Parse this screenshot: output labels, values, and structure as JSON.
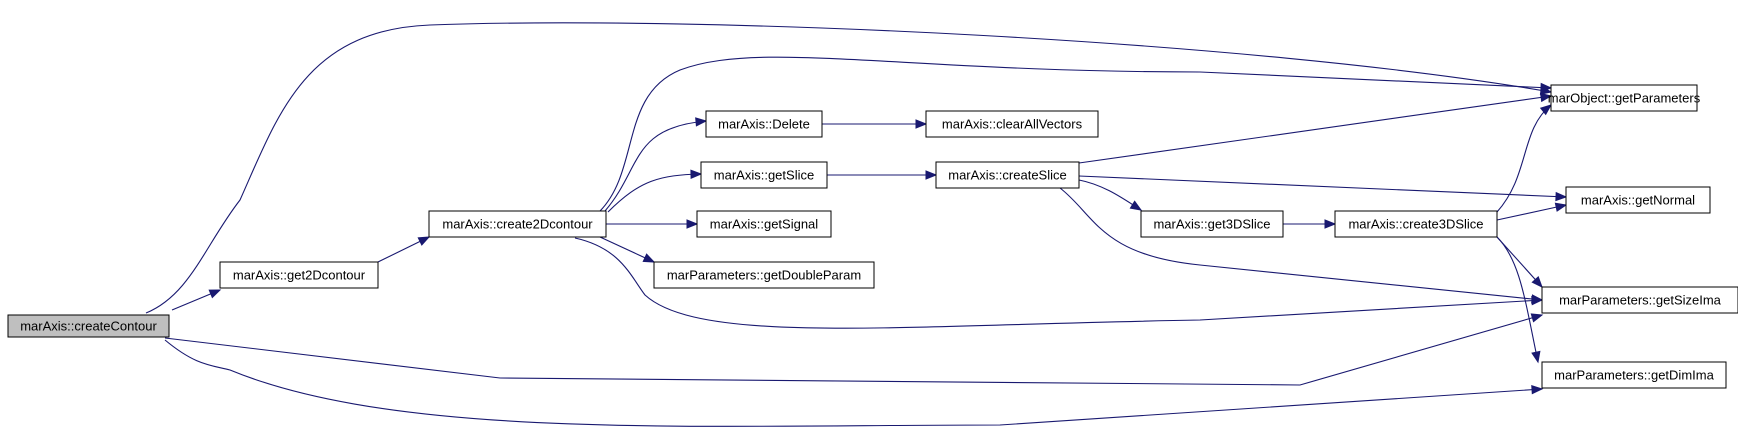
{
  "graph": {
    "root": "marAxis::createContour",
    "colors": {
      "edge": "#191970",
      "root_fill": "#bfbfbf",
      "node_fill": "#ffffff",
      "border": "#000000"
    },
    "nodes": [
      {
        "id": "createContour",
        "label": "marAxis::createContour",
        "root": true
      },
      {
        "id": "get2Dcontour",
        "label": "marAxis::get2Dcontour"
      },
      {
        "id": "create2Dcontour",
        "label": "marAxis::create2Dcontour"
      },
      {
        "id": "Delete",
        "label": "marAxis::Delete"
      },
      {
        "id": "clearAllVectors",
        "label": "marAxis::clearAllVectors"
      },
      {
        "id": "getSlice",
        "label": "marAxis::getSlice"
      },
      {
        "id": "createSlice",
        "label": "marAxis::createSlice"
      },
      {
        "id": "getSignal",
        "label": "marAxis::getSignal"
      },
      {
        "id": "getDoubleParam",
        "label": "marParameters::getDoubleParam"
      },
      {
        "id": "get3DSlice",
        "label": "marAxis::get3DSlice"
      },
      {
        "id": "create3DSlice",
        "label": "marAxis::create3DSlice"
      },
      {
        "id": "getParameters",
        "label": "marObject::getParameters"
      },
      {
        "id": "getNormal",
        "label": "marAxis::getNormal"
      },
      {
        "id": "getSizeIma",
        "label": "marParameters::getSizeIma"
      },
      {
        "id": "getDimIma",
        "label": "marParameters::getDimIma"
      }
    ],
    "edges": [
      {
        "from": "createContour",
        "to": "getParameters"
      },
      {
        "from": "createContour",
        "to": "get2Dcontour"
      },
      {
        "from": "createContour",
        "to": "getSizeIma"
      },
      {
        "from": "createContour",
        "to": "getDimIma"
      },
      {
        "from": "get2Dcontour",
        "to": "create2Dcontour"
      },
      {
        "from": "create2Dcontour",
        "to": "getParameters"
      },
      {
        "from": "create2Dcontour",
        "to": "Delete"
      },
      {
        "from": "create2Dcontour",
        "to": "getSlice"
      },
      {
        "from": "create2Dcontour",
        "to": "getSignal"
      },
      {
        "from": "create2Dcontour",
        "to": "getDoubleParam"
      },
      {
        "from": "create2Dcontour",
        "to": "getSizeIma"
      },
      {
        "from": "Delete",
        "to": "clearAllVectors"
      },
      {
        "from": "getSlice",
        "to": "createSlice"
      },
      {
        "from": "createSlice",
        "to": "getParameters"
      },
      {
        "from": "createSlice",
        "to": "getNormal"
      },
      {
        "from": "createSlice",
        "to": "get3DSlice"
      },
      {
        "from": "createSlice",
        "to": "getSizeIma"
      },
      {
        "from": "get3DSlice",
        "to": "create3DSlice"
      },
      {
        "from": "create3DSlice",
        "to": "getParameters"
      },
      {
        "from": "create3DSlice",
        "to": "getNormal"
      },
      {
        "from": "create3DSlice",
        "to": "getSizeIma"
      },
      {
        "from": "create3DSlice",
        "to": "getDimIma"
      }
    ]
  }
}
